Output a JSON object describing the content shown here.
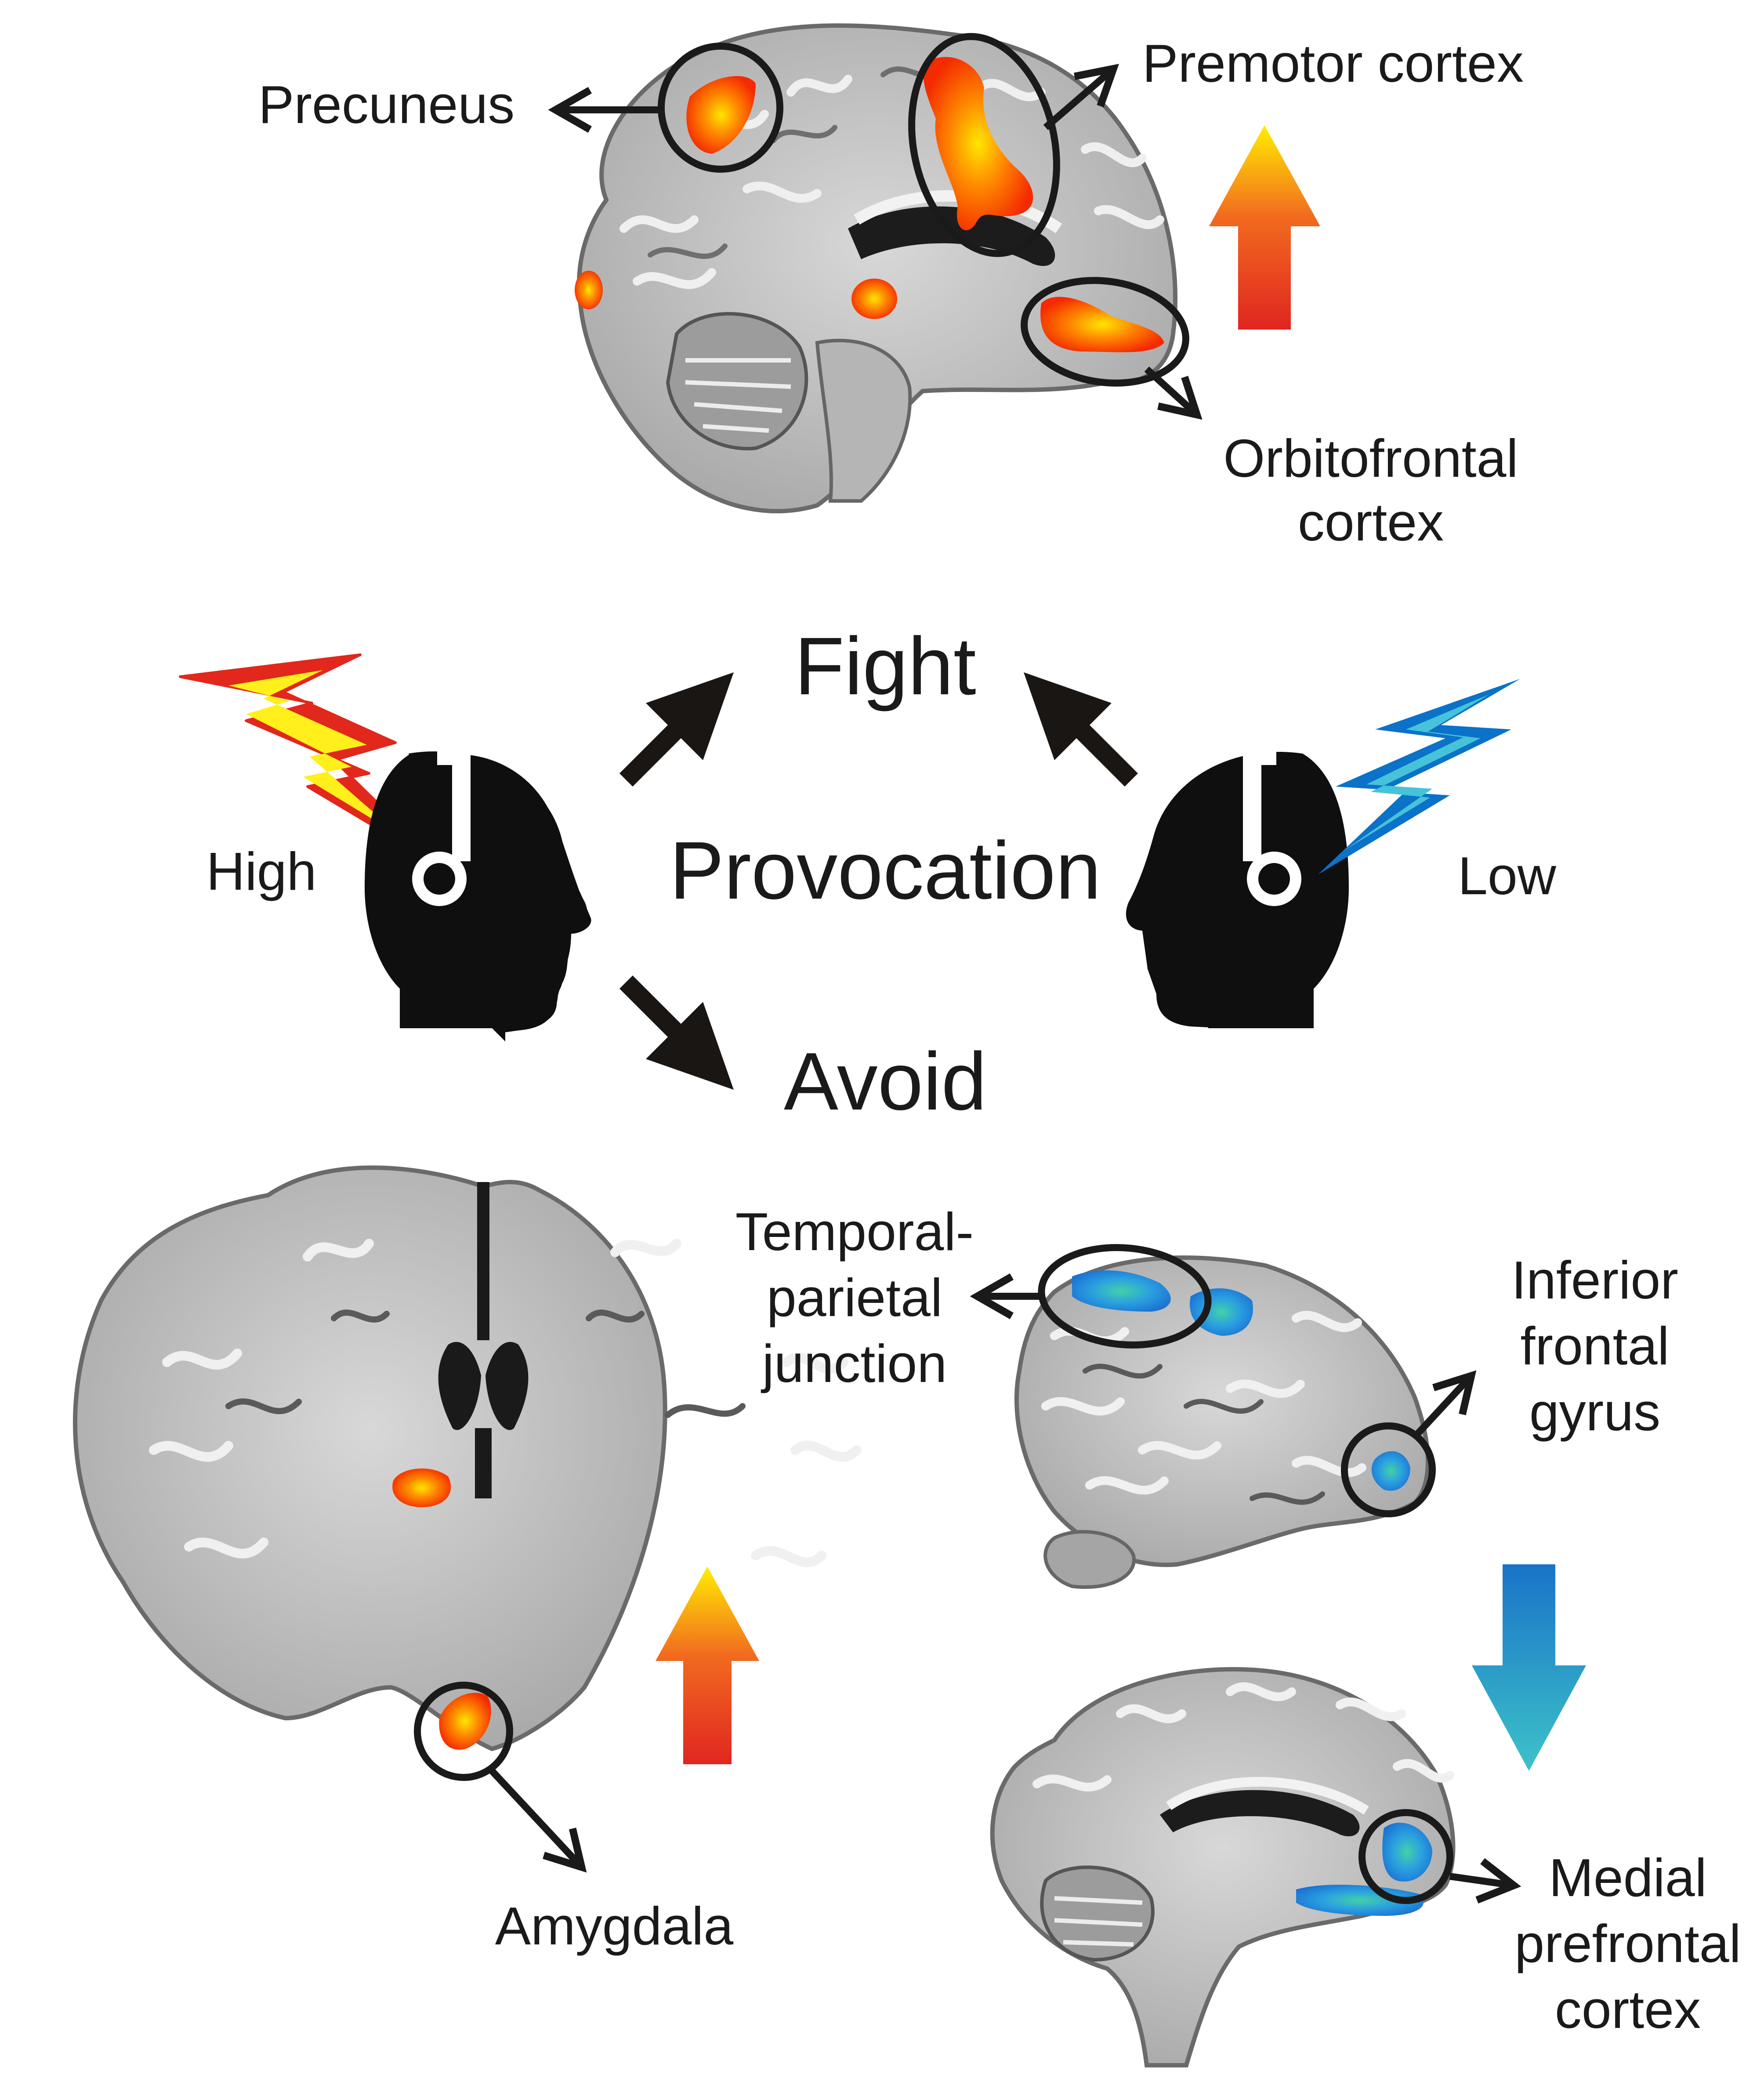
{
  "labels": {
    "precuneus": "Precuneus",
    "premotor": "Premotor cortex",
    "orbito_1": "Orbitofrontal",
    "orbito_2": "cortex",
    "fight": "Fight",
    "provocation": "Provocation",
    "avoid": "Avoid",
    "high": "High",
    "low": "Low",
    "tpj_1": "Temporal-",
    "tpj_2": "parietal",
    "tpj_3": "junction",
    "ifg_1": "Inferior",
    "ifg_2": "frontal",
    "ifg_3": "gyrus",
    "amygdala": "Amygdala",
    "mpfc_1": "Medial",
    "mpfc_2": "prefrontal",
    "mpfc_3": "cortex"
  },
  "colors": {
    "activation_hot": "#ff3300",
    "activation_peak": "#ffe400",
    "deactivation": "#1e7fd6",
    "deactivation_light": "#3fc2c8",
    "high_bolt_outer": "#e2271c",
    "high_bolt_inner": "#ffef1a",
    "low_bolt_outer": "#0a72c8",
    "low_bolt_inner": "#46c3d8",
    "ink": "#1a1a1a"
  },
  "icons": [
    "sagittal-brain-icon",
    "coronal-brain-icon",
    "lateral-brain-icon",
    "head-with-headphones-icon",
    "lightning-bolt-icon",
    "gradient-arrow-up-icon",
    "gradient-arrow-down-icon"
  ]
}
